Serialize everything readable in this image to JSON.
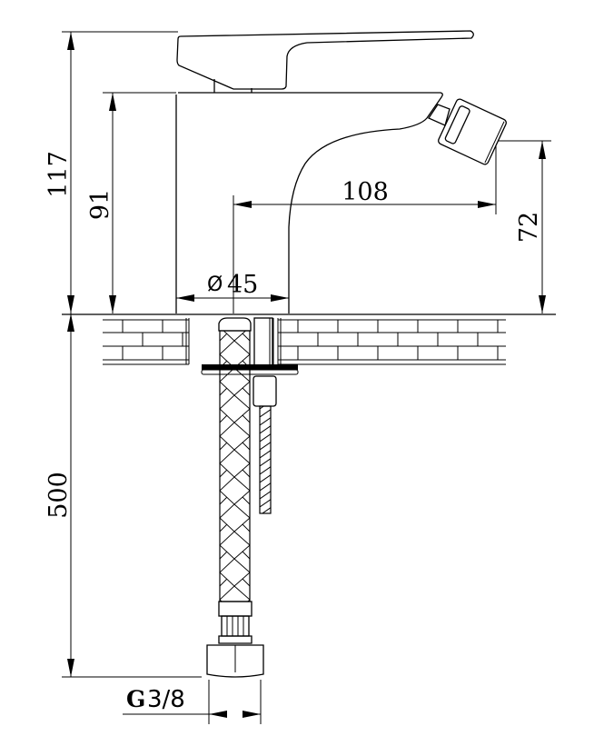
{
  "title": "Bidet mixer technical drawing",
  "dimensions": {
    "total_height": "117",
    "body_height": "91",
    "spout_height": "72",
    "spout_reach": "108",
    "base_diameter": "45",
    "diameter_symbol": "Ø",
    "hose_length": "500",
    "thread_letter": "G",
    "thread_size": "3/8"
  },
  "colors": {
    "line": "#000000",
    "background": "#ffffff"
  }
}
